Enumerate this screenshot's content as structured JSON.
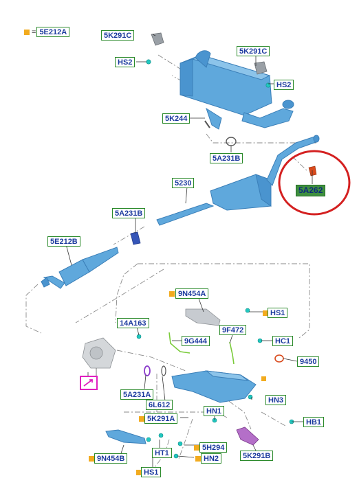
{
  "legend": {
    "equals": "=",
    "code": "5E212A"
  },
  "labels": {
    "l_5k291c_a": "5K291C",
    "l_hs2_a": "HS2",
    "l_5k291c_b": "5K291C",
    "l_hs2_b": "HS2",
    "l_5k244": "5K244",
    "l_5a231b_a": "5A231B",
    "l_5230": "5230",
    "l_5a262": "5A262",
    "l_5a231b_b": "5A231B",
    "l_5e212b": "5E212B",
    "l_9n454a": "9N454A",
    "l_hs1_a": "HS1",
    "l_14a163": "14A163",
    "l_9f472": "9F472",
    "l_9g444": "9G444",
    "l_hc1": "HC1",
    "l_9450": "9450",
    "l_5a231a": "5A231A",
    "l_6l612": "6L612",
    "l_hn3": "HN3",
    "l_hn1": "HN1",
    "l_5k291a": "5K291A",
    "l_hb1": "HB1",
    "l_5h294": "5H294",
    "l_ht1": "HT1",
    "l_hn2": "HN2",
    "l_5k291b": "5K291B",
    "l_9n454b": "9N454B",
    "l_hs1_b": "HS1"
  },
  "colors": {
    "part_blue": "#5fa8dc",
    "part_blue_dark": "#3b7fb8",
    "highlight_circle": "#d42020",
    "label_border": "#2b8a2b",
    "label_text": "#1b3a9e",
    "marker_orange": "#f2ab1f",
    "fastener_cyan": "#20c8c0",
    "callout_magenta": "#e020c0"
  }
}
